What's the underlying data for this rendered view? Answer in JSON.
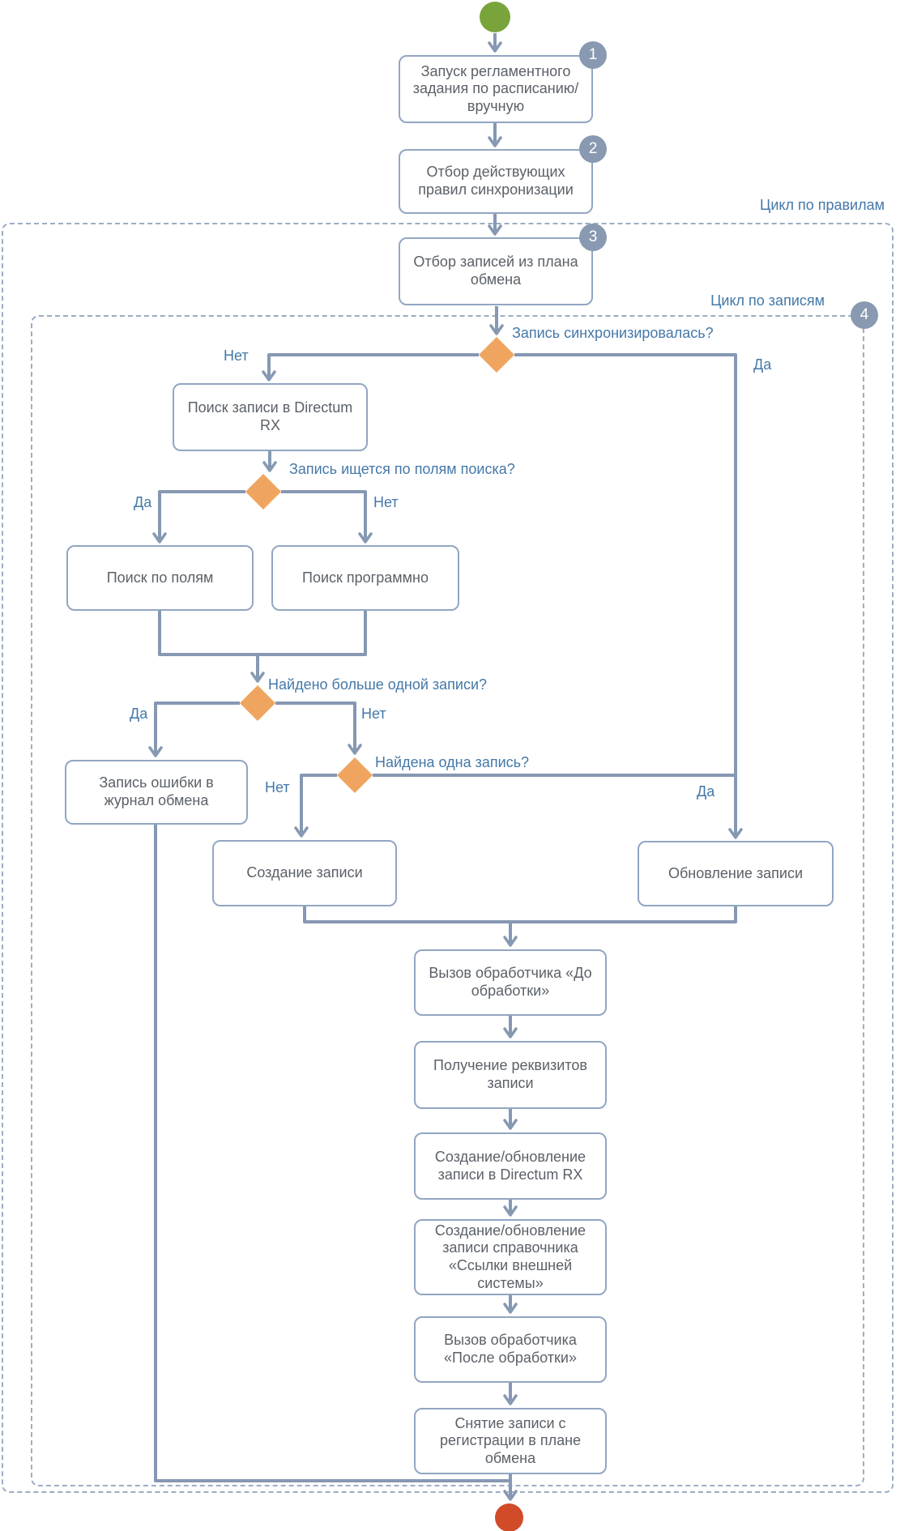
{
  "flowchart": {
    "loops": {
      "rules": {
        "label": "Цикл по правилам"
      },
      "records": {
        "label": "Цикл по записям",
        "badge": "4"
      }
    },
    "steps": {
      "start_task": {
        "badge": "1",
        "label": "Запуск регламентного задания по расписанию/вручную"
      },
      "select_rules": {
        "badge": "2",
        "label": "Отбор действующих правил синхронизации"
      },
      "select_records": {
        "badge": "3",
        "label": "Отбор записей из плана обмена"
      },
      "search_record": {
        "label": "Поиск записи в Directum RX"
      },
      "search_by_fields_step": {
        "label": "Поиск по полям"
      },
      "search_programmatic": {
        "label": "Поиск программно"
      },
      "log_error": {
        "label": "Запись ошибки в журнал обмена"
      },
      "create_record": {
        "label": "Создание записи"
      },
      "update_record": {
        "label": "Обновление записи"
      },
      "pre_handler": {
        "label": "Вызов обработчика «До обработки»"
      },
      "get_requisites": {
        "label": "Получение реквизитов записи"
      },
      "create_update_rx": {
        "label": "Создание/обновление записи в Directum RX"
      },
      "create_update_reference": {
        "label": "Создание/обновление записи справочника «Ссылки внешней системы»"
      },
      "post_handler": {
        "label": "Вызов обработчика «После обработки»"
      },
      "unregister": {
        "label": "Снятие записи с регистрации в плане обмена"
      }
    },
    "decisions": {
      "record_synced": {
        "question": "Запись синхронизировалась?",
        "no_label": "Нет",
        "yes_label": "Да"
      },
      "search_by_fields": {
        "question": "Запись ищется по полям поиска?",
        "yes_label": "Да",
        "no_label": "Нет"
      },
      "more_than_one_found": {
        "question": "Найдено больше одной записи?",
        "yes_label": "Да",
        "no_label": "Нет"
      },
      "one_found": {
        "question": "Найдена одна запись?",
        "no_label": "Нет",
        "yes_label": "Да"
      }
    },
    "colors": {
      "connector": "#8698b2",
      "box_border": "#92a6c2",
      "box_fill": "#ffffff",
      "box_text": "#5b6168",
      "label_text": "#4478a8",
      "diamond_fill": "#efa55f",
      "badge_fill": "#8899b1",
      "badge_text": "#ffffff",
      "start_fill": "#79a43c",
      "end_fill": "#d14b28",
      "loop_border": "#9dadc4"
    }
  }
}
